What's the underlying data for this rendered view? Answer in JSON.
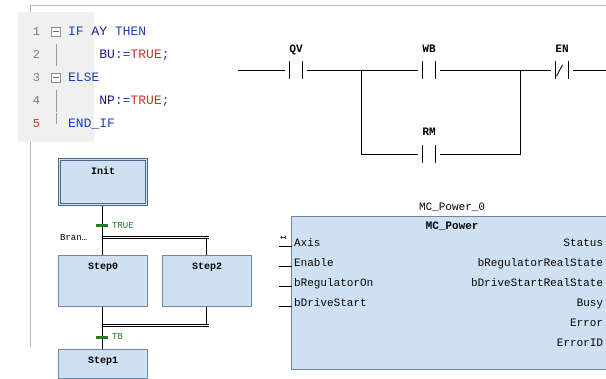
{
  "st_code": {
    "lines": [
      {
        "num": "1",
        "segments": [
          {
            "t": "IF ",
            "c": "kw"
          },
          {
            "t": "AY ",
            "c": "id"
          },
          {
            "t": "THEN",
            "c": "kw"
          }
        ]
      },
      {
        "num": "2",
        "segments": [
          {
            "t": "    BU",
            "c": "id"
          },
          {
            "t": ":=",
            "c": "kw"
          },
          {
            "t": "TRUE",
            "c": "lit"
          },
          {
            "t": ";",
            "c": "kw"
          }
        ]
      },
      {
        "num": "3",
        "segments": [
          {
            "t": "ELSE",
            "c": "kw"
          }
        ]
      },
      {
        "num": "4",
        "segments": [
          {
            "t": "    NP",
            "c": "id"
          },
          {
            "t": ":=",
            "c": "kw"
          },
          {
            "t": "TRUE",
            "c": "lit"
          },
          {
            "t": ";",
            "c": "kw"
          }
        ]
      },
      {
        "num": "5",
        "segments": [
          {
            "t": "END_IF",
            "c": "kw"
          }
        ]
      }
    ]
  },
  "ladder": {
    "contacts": {
      "qv": "QV",
      "wb": "WB",
      "en": "EN",
      "rm": "RM"
    }
  },
  "sfc": {
    "init": "Init",
    "trans1": "TRUE",
    "branch": "Bran…",
    "step0": "Step0",
    "step2": "Step2",
    "trans2": "TB",
    "step1": "Step1"
  },
  "fb": {
    "instance": "MC_Power_0",
    "type": "MC_Power",
    "inputs": [
      "Axis",
      "Enable",
      "bRegulatorOn",
      "bDriveStart"
    ],
    "outputs": [
      "Status",
      "bRegulatorRealState",
      "bDriveStartRealState",
      "Busy",
      "Error",
      "ErrorID"
    ],
    "axis_marker": "↤"
  },
  "colors": {
    "keyword": "#1f3fc0",
    "literal": "#c0392b",
    "step_fill": "#cfe0f3",
    "transition": "#2b7a2b"
  }
}
